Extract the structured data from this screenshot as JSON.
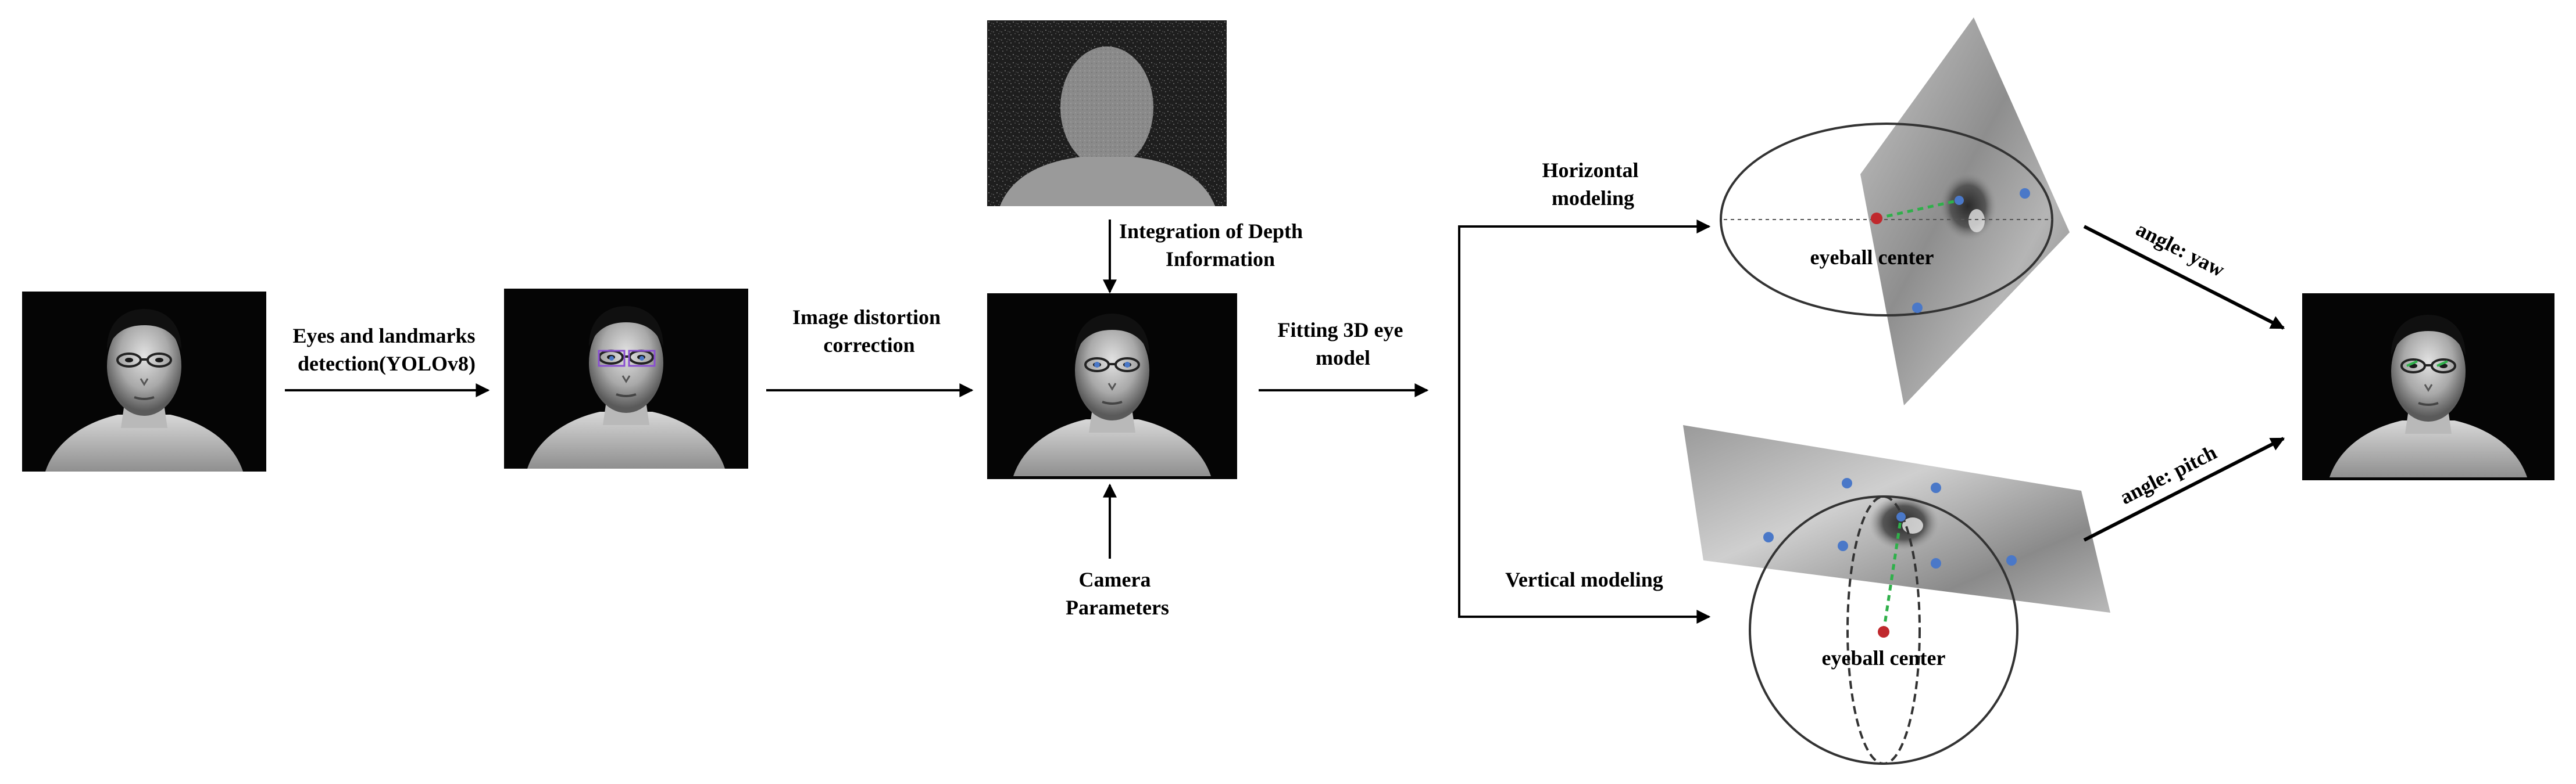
{
  "labels": {
    "step1": [
      "Eyes and landmarks",
      "detection(YOLOv8)"
    ],
    "step2": [
      "Image distortion",
      "correction"
    ],
    "depth": [
      "Integration of Depth",
      "Information"
    ],
    "camera": [
      "Camera",
      "Parameters"
    ],
    "step3": [
      "Fitting 3D eye",
      "model"
    ],
    "horizontal": [
      "Horizontal",
      "modeling"
    ],
    "vertical": "Vertical modeling",
    "eyeball_center_top": "eyeball center",
    "eyeball_center_bottom": "eyeball center",
    "yaw": "angle: yaw",
    "pitch": "angle: pitch"
  },
  "colors": {
    "landmark": "#4a78c8",
    "center": "#c0282d",
    "gaze": "#2fb04a",
    "box": "#8a4fd0"
  }
}
